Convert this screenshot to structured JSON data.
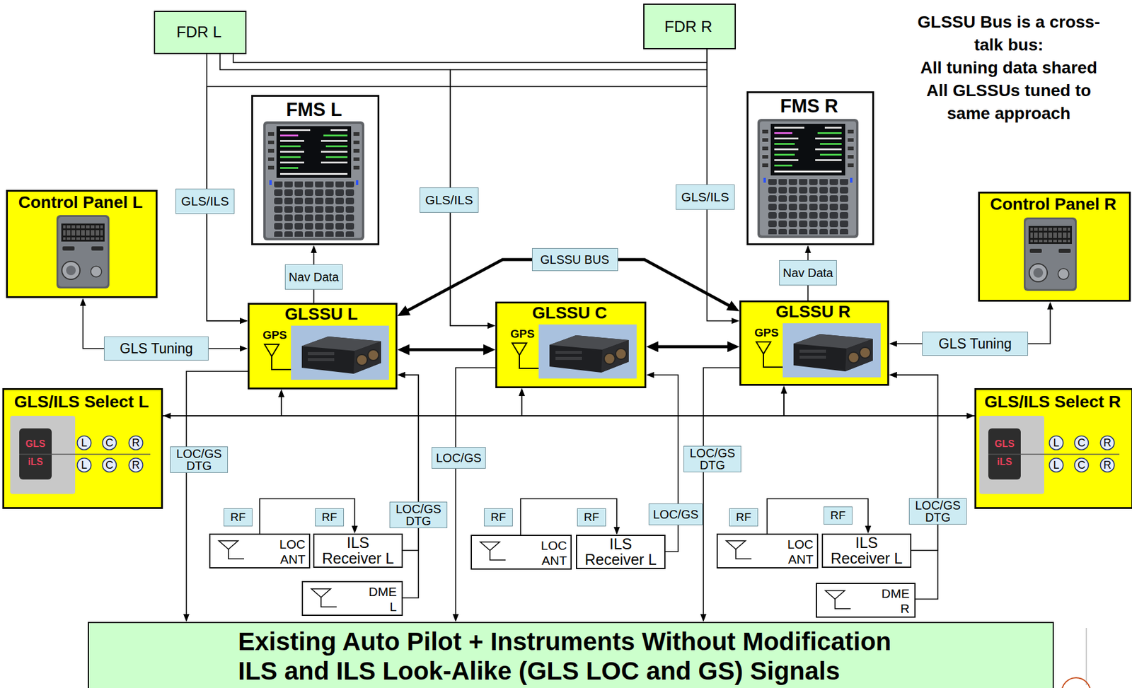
{
  "diagram": {
    "nodes": [
      {
        "text": [
          "FDR L"
        ]
      },
      {
        "text": [
          "FDR R"
        ]
      },
      {
        "text": [
          "FMS L"
        ]
      },
      {
        "text": [
          "FMS R"
        ]
      },
      {
        "text": [
          "Control Panel L"
        ]
      },
      {
        "text": [
          "Control Panel R"
        ]
      },
      {
        "text": [
          "GLSSU L",
          "GPS"
        ]
      },
      {
        "text": [
          "GLSSU C",
          "GPS"
        ]
      },
      {
        "text": [
          "GLSSU R",
          "GPS"
        ]
      },
      {
        "text": [
          "GLS/ILS Select L",
          "GLS",
          "iLS"
        ]
      },
      {
        "text": [
          "L"
        ],
        "in": 9
      },
      {
        "text": [
          "C"
        ],
        "in": 9
      },
      {
        "text": [
          "R"
        ],
        "in": 9
      },
      {
        "text": [
          "L"
        ],
        "in": 9
      },
      {
        "text": [
          "C"
        ],
        "in": 9
      },
      {
        "text": [
          "R"
        ],
        "in": 9
      },
      {
        "text": [
          "GLS/ILS Select R",
          "GLS",
          "iLS"
        ]
      },
      {
        "text": [
          "L"
        ],
        "in": 16
      },
      {
        "text": [
          "C"
        ],
        "in": 16
      },
      {
        "text": [
          "R"
        ],
        "in": 16
      },
      {
        "text": [
          "L"
        ],
        "in": 16
      },
      {
        "text": [
          "C"
        ],
        "in": 16
      },
      {
        "text": [
          "R"
        ],
        "in": 16
      },
      {
        "text": [
          "LOC ANT"
        ]
      },
      {
        "text": [
          "ILS Receiver L"
        ]
      },
      {
        "text": [
          "DME L"
        ]
      },
      {
        "text": [
          "LOC ANT"
        ]
      },
      {
        "text": [
          "ILS Receiver L"
        ]
      },
      {
        "text": [
          "LOC ANT"
        ]
      },
      {
        "text": [
          "ILS Receiver L"
        ]
      },
      {
        "text": [
          "DME R"
        ]
      },
      {
        "text": [
          "Existing Auto Pilot + Instruments Without Modification",
          "ILS and ILS Look-Alike (GLS LOC and GS) Signals"
        ]
      }
    ],
    "edges": [
      {
        "from": 0,
        "to": 6,
        "arrow": "to",
        "label": "GLS/ILS"
      },
      {
        "from": 0,
        "to": 7,
        "arrow": "to",
        "label": "GLS/ILS"
      },
      {
        "from": 1,
        "to": 8,
        "arrow": "to",
        "label": "GLS/ILS"
      },
      {
        "from": 0,
        "to": 1,
        "arrow": "none"
      },
      {
        "from": 1,
        "to": 6,
        "arrow": "to"
      },
      {
        "from": 1,
        "to": 7,
        "arrow": "to"
      },
      {
        "from": 6,
        "to": 2,
        "arrow": "to",
        "label": "Nav Data"
      },
      {
        "from": 8,
        "to": 3,
        "arrow": "to",
        "label": "Nav Data"
      },
      {
        "from": 4,
        "to": 6,
        "arrow": "both",
        "label": "GLS Tuning"
      },
      {
        "from": 5,
        "to": 8,
        "arrow": "both",
        "label": "GLS Tuning"
      },
      {
        "from": 6,
        "to": 8,
        "arrow": "both",
        "label": "GLSSU BUS"
      },
      {
        "from": 6,
        "to": 7,
        "arrow": "both"
      },
      {
        "from": 7,
        "to": 8,
        "arrow": "both"
      },
      {
        "from": 9,
        "to": 16,
        "arrow": "both"
      },
      {
        "from": 9,
        "to": 6,
        "arrow": "to"
      },
      {
        "from": 9,
        "to": 7,
        "arrow": "to"
      },
      {
        "from": 9,
        "to": 8,
        "arrow": "to"
      },
      {
        "from": 16,
        "to": 6,
        "arrow": "to"
      },
      {
        "from": 16,
        "to": 7,
        "arrow": "to"
      },
      {
        "from": 16,
        "to": 8,
        "arrow": "to"
      },
      {
        "from": 6,
        "to": 31,
        "arrow": "to",
        "label": "LOC/GS DTG"
      },
      {
        "from": 7,
        "to": 31,
        "arrow": "to",
        "label": "LOC/GS"
      },
      {
        "from": 8,
        "to": 31,
        "arrow": "to",
        "label": "LOC/GS DTG"
      },
      {
        "from": 24,
        "to": 6,
        "arrow": "to",
        "label": "LOC/GS DTG"
      },
      {
        "from": 25,
        "to": 6,
        "arrow": "to"
      },
      {
        "from": 27,
        "to": 7,
        "arrow": "to",
        "label": "LOC/GS"
      },
      {
        "from": 29,
        "to": 8,
        "arrow": "to",
        "label": "LOC/GS DTG"
      },
      {
        "from": 30,
        "to": 8,
        "arrow": "to"
      },
      {
        "from": 23,
        "to": 24,
        "arrow": "to",
        "label": "RF"
      },
      {
        "from": 26,
        "to": 27,
        "arrow": "to",
        "label": "RF"
      },
      {
        "from": 28,
        "to": 29,
        "arrow": "to",
        "label": "RF"
      }
    ],
    "labels": [
      "GLSSU Bus is a cross-talk bus:",
      "All tuning data shared",
      "All GLSSUs tuned to same approach",
      "RF",
      "RF",
      "RF"
    ]
  }
}
